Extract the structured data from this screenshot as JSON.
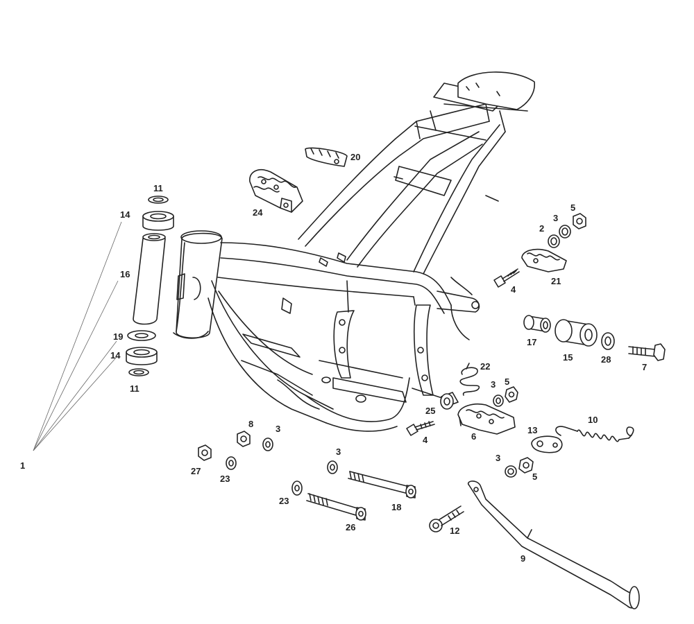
{
  "diagram": {
    "labels": {
      "part_1": "1",
      "part_2": "2",
      "part_3a": "3",
      "part_3b": "3",
      "part_3c": "3",
      "part_3d": "3",
      "part_3e": "3",
      "part_4a": "4",
      "part_4b": "4",
      "part_5a": "5",
      "part_5b": "5",
      "part_5c": "5",
      "part_6": "6",
      "part_7": "7",
      "part_8": "8",
      "part_9": "9",
      "part_10": "10",
      "part_11a": "11",
      "part_11b": "11",
      "part_12": "12",
      "part_13": "13",
      "part_14a": "14",
      "part_14b": "14",
      "part_15": "15",
      "part_16": "16",
      "part_17": "17",
      "part_18": "18",
      "part_19": "19",
      "part_20": "20",
      "part_21": "21",
      "part_22": "22",
      "part_23a": "23",
      "part_23b": "23",
      "part_24": "24",
      "part_25": "25",
      "part_26": "26",
      "part_27": "27",
      "part_28": "28"
    }
  }
}
